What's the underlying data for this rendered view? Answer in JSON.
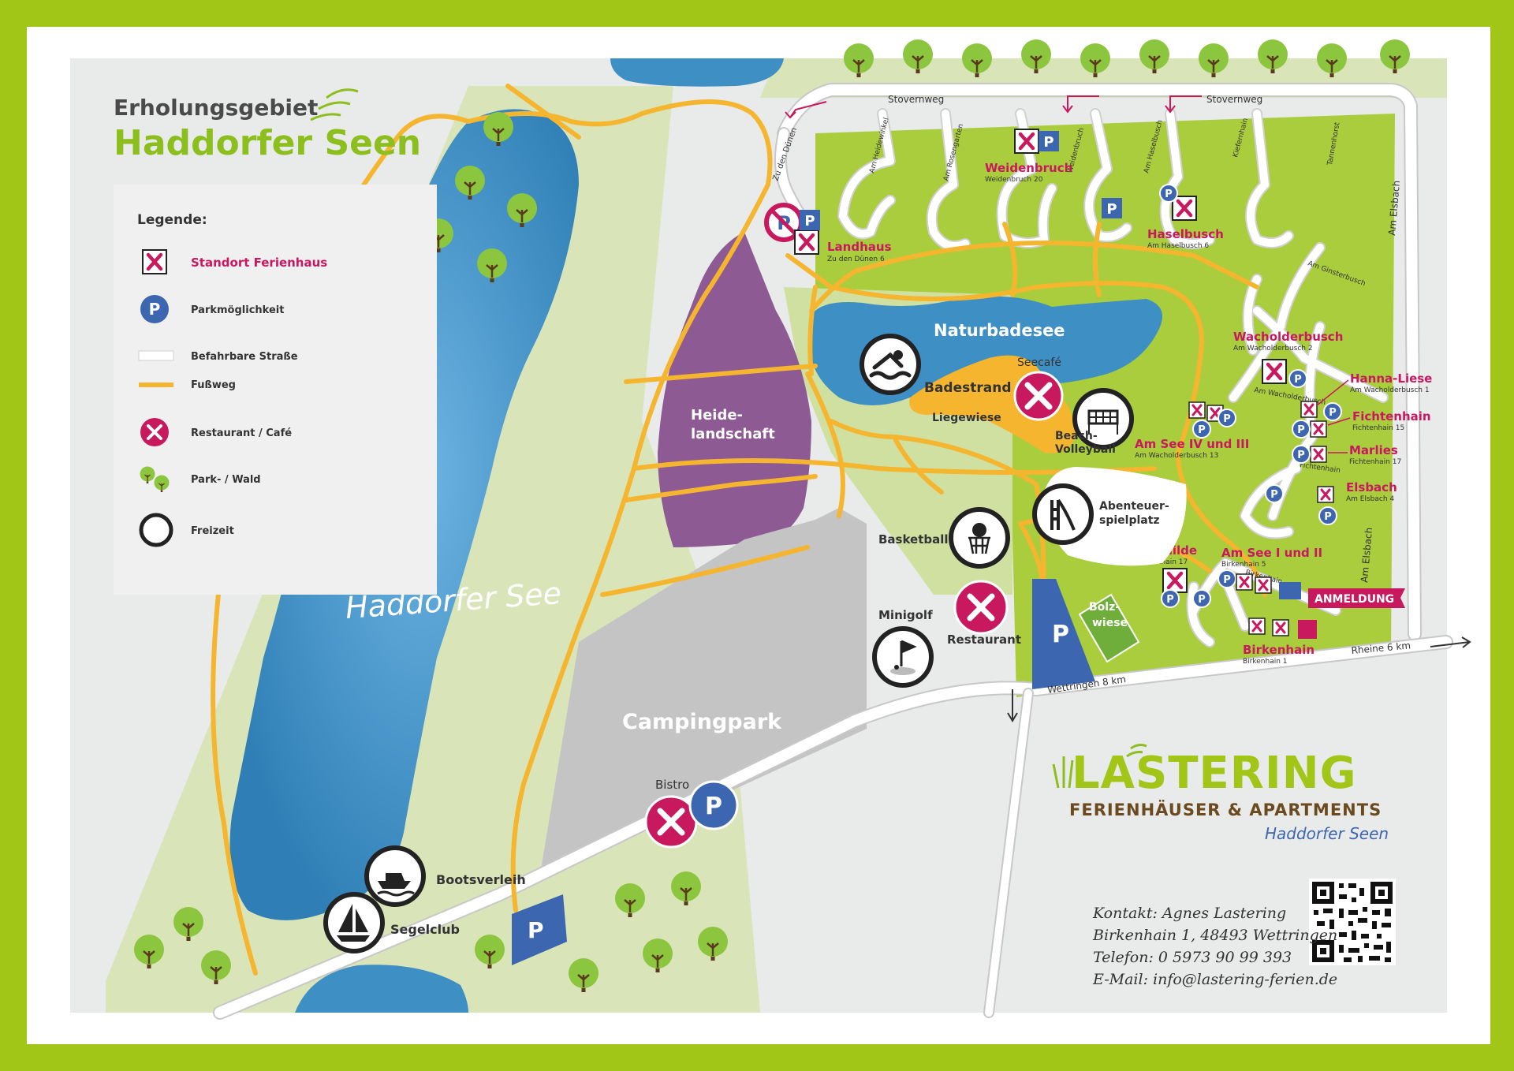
{
  "header": {
    "pre_title": "Erholungsgebiet",
    "title": "Haddorfer Seen"
  },
  "legend": {
    "title": "Legende:",
    "items": [
      {
        "label": "Standort Ferienhaus",
        "icon": "house-marker-icon"
      },
      {
        "label": "Parkmöglichkeit",
        "icon": "parking-icon"
      },
      {
        "label": "Befahrbare Straße",
        "icon": "road-line-icon"
      },
      {
        "label": "Fußweg",
        "icon": "footpath-line-icon"
      },
      {
        "label": "Restaurant / Café",
        "icon": "restaurant-icon"
      },
      {
        "label": "Park- / Wald",
        "icon": "tree-icon"
      },
      {
        "label": "Freizeit",
        "icon": "leisure-circle-icon"
      }
    ]
  },
  "areas": {
    "lake_big": "Haddorfer See",
    "lake_small": "Naturbadesee",
    "heath": [
      "Heide-",
      "landschaft"
    ],
    "camping": "Campingpark",
    "beach": "Badestrand",
    "lawn": "Liegewiese"
  },
  "streets": {
    "stovernweg_1": "Stovernweg",
    "stovernweg_2": "Stovernweg",
    "zu_den_duenen": "Zu den Dünen",
    "am_heidewinkel": "Am Heidewinkel",
    "am_rosengarten": "Am Rosengarten",
    "weidenbruch": "Weidenbruch",
    "am_haselbusch": "Am Haselbusch",
    "kiefernhain": "Kiefernhain",
    "tannenhorst": "Tannenhorst",
    "am_elsbach_1": "Am Elsbach",
    "am_elsbach_2": "Am Elsbach",
    "am_ginsterbusch": "Am Ginsterbusch",
    "am_wacholderbusch": "Am Wacholderbusch",
    "fichtenhain": "Fichtenhain",
    "birkenhain": "Birkenhain",
    "wettringen": "Wettringen 8 km",
    "rheine": "Rheine 6 km"
  },
  "houses": [
    {
      "name": "Landhaus",
      "address": "Zu den Dünen 6"
    },
    {
      "name": "Weidenbruch",
      "address": "Weidenbruch 20"
    },
    {
      "name": "Haselbusch",
      "address": "Am Haselbusch 6"
    },
    {
      "name": "Wacholderbusch",
      "address": "Am Wacholderbusch 2"
    },
    {
      "name": "Hanna-Liese",
      "address": "Am Wacholderbusch 1"
    },
    {
      "name": "Fichtenhain",
      "address": "Fichtenhain 15"
    },
    {
      "name": "Am See IV und III",
      "address": "Am Wacholderbusch 13"
    },
    {
      "name": "Marlies",
      "address": "Fichtenhain 17"
    },
    {
      "name": "Elsbach",
      "address": "Am Elsbach 4"
    },
    {
      "name": "Mathilde",
      "address": "Birkenhain 17"
    },
    {
      "name": "Am See I und II",
      "address": "Birkenhain 5"
    },
    {
      "name": "Birkenhain",
      "address": "Birkenhain 1"
    }
  ],
  "pois": {
    "seecafe": "Seecafé",
    "beach_volleyball": [
      "Beach-",
      "Volleyball"
    ],
    "playground": [
      "Abenteuer-",
      "spielplatz"
    ],
    "basketball": "Basketball",
    "minigolf": "Minigolf",
    "restaurant": "Restaurant",
    "bolzwiese": [
      "Bolz-",
      "wiese"
    ],
    "bistro": "Bistro",
    "bootsverleih": "Bootsverleih",
    "segelclub": "Segelclub",
    "anmeldung": "ANMELDUNG"
  },
  "brand": {
    "name": "LASTERING",
    "subtitle": "FERIENHÄUSER & APARTMENTS",
    "tagline": "Haddorfer Seen"
  },
  "contact": {
    "line1": "Kontakt:  Agnes Lastering",
    "line2": "Birkenhain 1, 48493 Wettringen",
    "line3": "Telefon: 0 5973 90 99 393",
    "line4": "E-Mail: info@lastering-ferien.de"
  },
  "colors": {
    "frame": "#a2c617",
    "lake": "#3e8fc4",
    "heath": "#8e5a94",
    "camping": "#c4c4c4",
    "meadow": "#a9cd3c",
    "path": "#f5b52e",
    "accent": "#c8195f",
    "parking": "#3d66b0",
    "brand_green": "#a2c617",
    "brand_brown": "#6b4a1f"
  }
}
